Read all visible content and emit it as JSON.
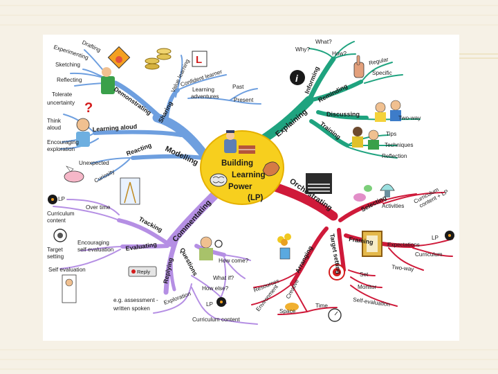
{
  "center": {
    "line1": "Building",
    "line2": "Learning",
    "line3": "Power",
    "line4": "(LP)"
  },
  "branches": {
    "modelling": {
      "label": "Modelling",
      "subs": {
        "demonstrating": "Demonstrating",
        "sharing": "Sharing",
        "learning_aloud": "Learning aloud",
        "reacting": "Reacting"
      },
      "leaves": {
        "drafting": "Drafting",
        "experimenting": "Experimenting",
        "sketching": "Sketching",
        "reflecting": "Reflecting",
        "value_learning": "Value learning",
        "confident_learner": "Confident learner",
        "learning_adventures_1": "Learning",
        "learning_adventures_2": "adventures",
        "past": "Past",
        "present": "Present",
        "tolerate_1": "Tolerate",
        "tolerate_2": "uncertainty",
        "think_1": "Think",
        "think_2": "aloud",
        "encouraging_1": "Encouraging",
        "encouraging_2": "exploration",
        "unexpected": "Unexpected",
        "curiosity": "Curiosity"
      }
    },
    "explaining": {
      "label": "Explaining",
      "subs": {
        "informing": "Informing",
        "reminding": "Reminding",
        "discussing": "Discussing",
        "training": "Training"
      },
      "leaves": {
        "what": "What?",
        "why": "Why?",
        "how": "How?",
        "regular": "Regular",
        "specific": "Specific",
        "two_way": "Two-way",
        "tips": "Tips",
        "techniques": "Techniques",
        "reflection": "Reflection"
      }
    },
    "orchestrating": {
      "label": "Orchestrating",
      "subs": {
        "selecting": "Selecting",
        "framing": "Framing",
        "target_setting": "Target setting",
        "arranging": "Arranging"
      },
      "leaves": {
        "activities": "Activities",
        "curriculum_content_lp_1": "Curriculum",
        "curriculum_content_lp_2": "content + LP",
        "lp": "LP",
        "expectations": "Expectations",
        "curriculum": "Curriculum",
        "two_way": "Two-way",
        "set": "Set",
        "monitor": "Monitor",
        "self_evaluation": "Self-evaluation",
        "resources": "Resources",
        "environment": "Environment",
        "creative": "Creative",
        "space": "Space",
        "time": "Time"
      }
    },
    "commentating": {
      "label": "Commentating",
      "subs": {
        "replying": "Replying",
        "tracking": "Tracking",
        "evaluating": "Evaluating",
        "questions": "Questions"
      },
      "leaves": {
        "lp_top": "LP",
        "over_time": "Over time",
        "curriculum_content_1": "Curriculum",
        "curriculum_content_2": "content",
        "target_1": "Target",
        "target_2": "setting",
        "enc_self_eval_1": "Encouraging",
        "enc_self_eval_2": "self evaluation",
        "self_evaluation": "Self evaluation",
        "reply_button": "Reply",
        "how_come": "How come?",
        "what_if": "What if?",
        "how_else": "How else?",
        "exploration": "Exploration",
        "eg_assessment_1": "e.g. assessment -",
        "eg_assessment_2": "written   spoken",
        "lp_bottom": "LP",
        "curriculum_content": "Curriculum content"
      }
    }
  },
  "colors": {
    "slide_background": "#f6f1e6",
    "frame": "#ffffff",
    "center_fill": "#f7cf1e",
    "modelling": "#6e9fdf",
    "explaining": "#1fa37f",
    "orchestrating": "#cf1a3a",
    "commentating": "#b58fe4"
  }
}
